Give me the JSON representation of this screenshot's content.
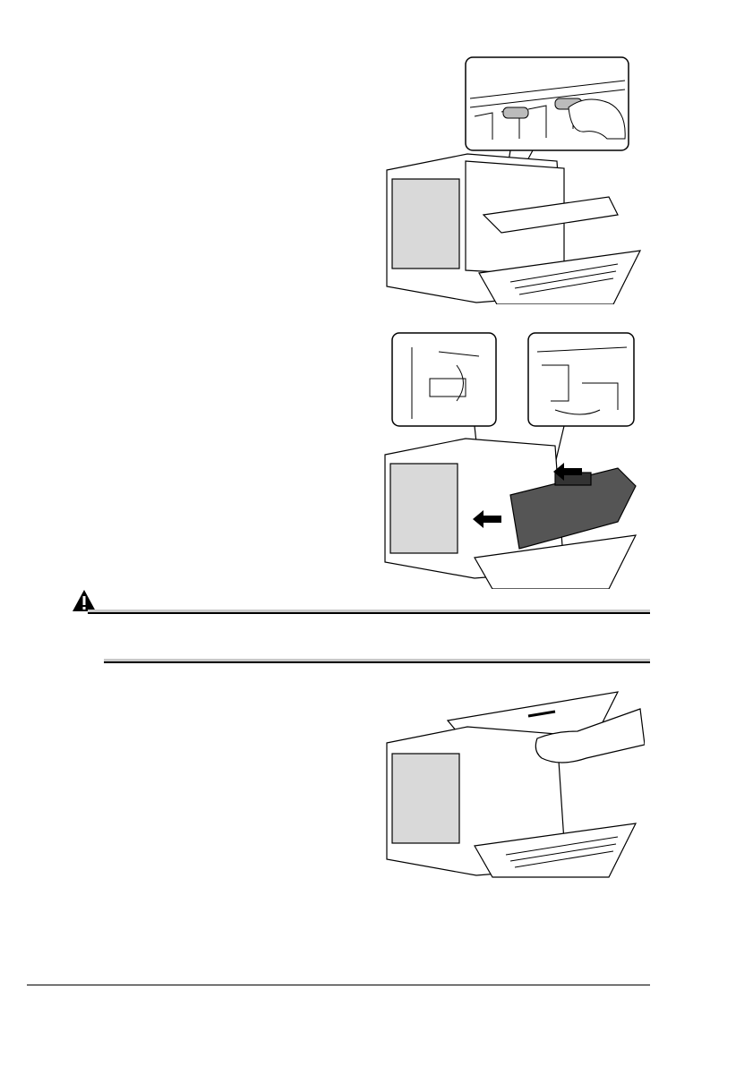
{
  "page": {
    "footer_text": "",
    "caution_icon": "warning-triangle-icon"
  },
  "figures": [
    {
      "id": "fig-clean-rollers",
      "description_icon": "printer-open-cleaning-roller-illustration"
    },
    {
      "id": "fig-insert-cartridge",
      "description_icon": "printer-insert-toner-cartridge-illustration"
    },
    {
      "id": "fig-close-cover",
      "description_icon": "printer-close-top-cover-illustration"
    }
  ]
}
